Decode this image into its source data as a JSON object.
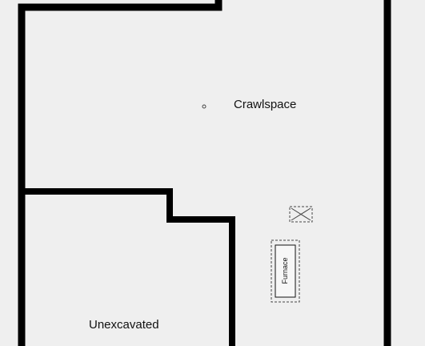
{
  "floor_plan": {
    "rooms": [
      {
        "id": "crawlspace",
        "label": "Crawlspace"
      },
      {
        "id": "unexcavated",
        "label": "Unexcavated"
      }
    ],
    "fixtures": [
      {
        "id": "furnace",
        "label": "Furnace"
      },
      {
        "id": "vent",
        "icon": "x-box-vent-icon"
      }
    ],
    "colors": {
      "background": "#efefef",
      "wall": "#000000",
      "fixture_outline": "#444444"
    }
  }
}
